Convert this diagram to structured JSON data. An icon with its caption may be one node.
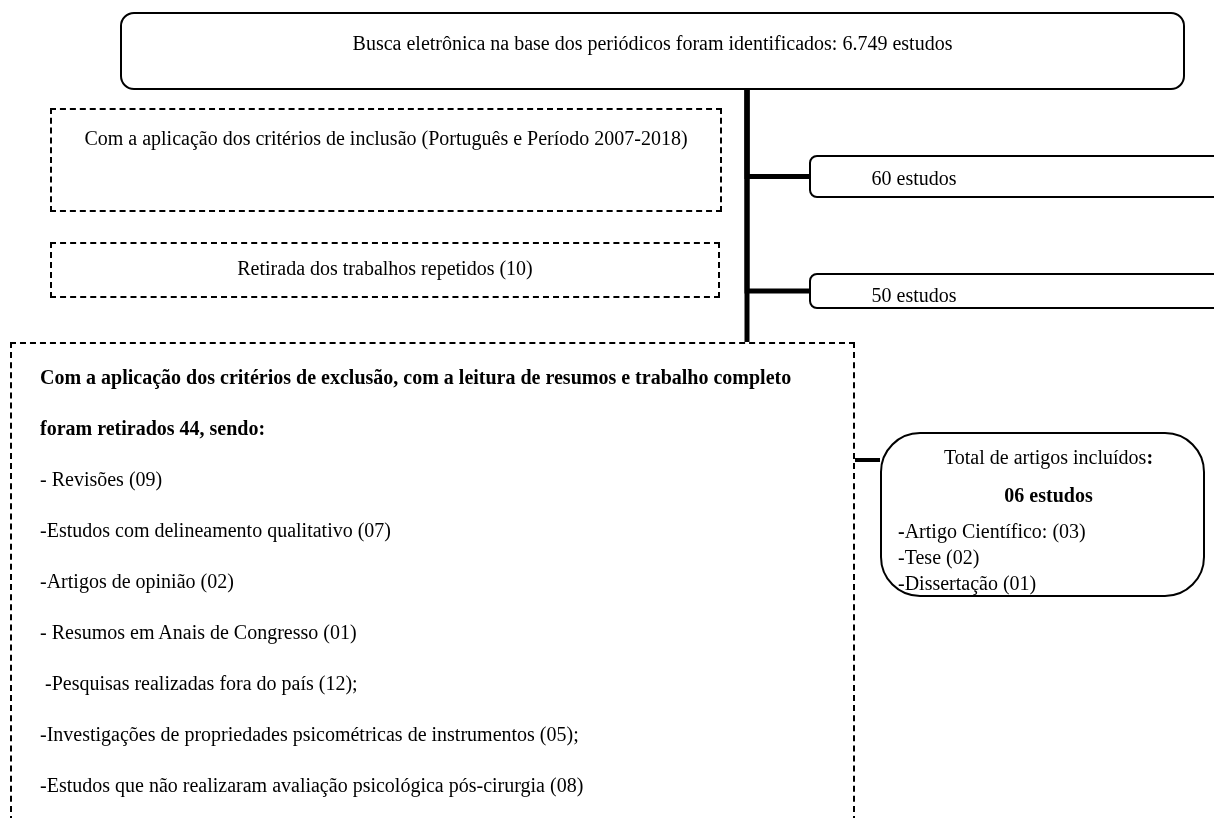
{
  "diagram": {
    "nodes": [
      {
        "text": [
          "Busca eletrônica na base dos periódicos foram identificados: 6.749 estudos"
        ]
      },
      {
        "text": [
          "Com a aplicação dos critérios de inclusão (Português e Período 2007-2018)"
        ]
      },
      {
        "text": [
          "60 estudos"
        ]
      },
      {
        "text": [
          "Retirada dos trabalhos repetidos (10)"
        ]
      },
      {
        "text": [
          "50 estudos"
        ]
      },
      {
        "text": [
          "Com a aplicação dos critérios de exclusão, com a leitura de resumos e trabalho completo foram retirados 44, sendo:",
          "- Revisões (09)",
          "-Estudos com delineamento qualitativo (07)",
          "-Artigos de opinião (02)",
          "- Resumos em Anais de Congresso (01)",
          " -Pesquisas realizadas fora do país (12);",
          "-Investigações de propriedades psicométricas de instrumentos (05);",
          "-Estudos que não realizaram avaliação psicológica pós-cirurgia (08)"
        ]
      },
      {
        "text": [
          "Total de artigos incluídos**:**",
          "06 estudos",
          "**-**Artigo Científico: (03)",
          "-Tese (02)",
          "-Dissertação (01)"
        ]
      }
    ],
    "edges": [
      {
        "from": 0,
        "to": 2,
        "arrow": "none"
      },
      {
        "from": 0,
        "to": 4,
        "arrow": "none"
      },
      {
        "from": 0,
        "to": 5,
        "arrow": "none"
      },
      {
        "from": 5,
        "to": 6,
        "arrow": "none"
      }
    ]
  }
}
